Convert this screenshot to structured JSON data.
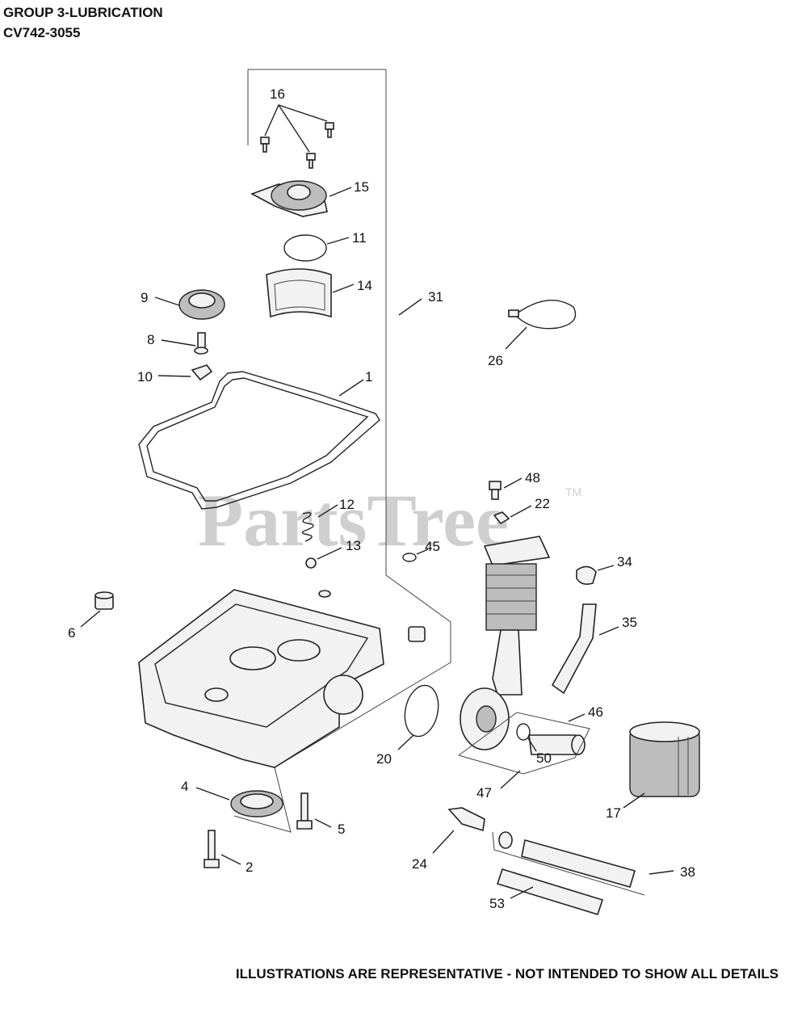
{
  "header": {
    "group": "GROUP 3-LUBRICATION",
    "model": "CV742-3055"
  },
  "watermark": {
    "brand": "PartsTree",
    "trademark": "TM"
  },
  "footer": {
    "note": "ILLUSTRATIONS ARE REPRESENTATIVE - NOT INTENDED TO SHOW ALL DETAILS"
  },
  "callouts": {
    "c1": "1",
    "c2": "2",
    "c4": "4",
    "c5": "5",
    "c6": "6",
    "c8": "8",
    "c9": "9",
    "c10": "10",
    "c11": "11",
    "c12": "12",
    "c13": "13",
    "c14": "14",
    "c15": "15",
    "c16": "16",
    "c17": "17",
    "c20": "20",
    "c22": "22",
    "c24": "24",
    "c26": "26",
    "c31": "31",
    "c34": "34",
    "c35": "35",
    "c38": "38",
    "c45": "45",
    "c46": "46",
    "c47": "47",
    "c48": "48",
    "c50": "50",
    "c53": "53"
  }
}
